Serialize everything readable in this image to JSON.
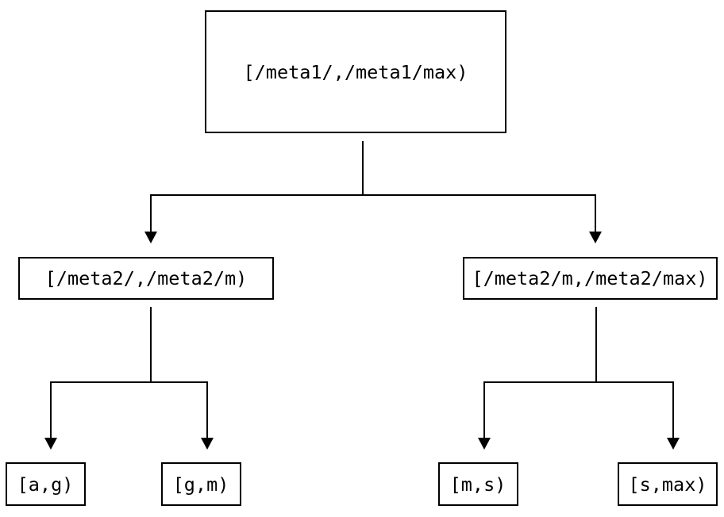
{
  "diagram": {
    "type": "binary-range-tree",
    "background_color": "#ffffff",
    "line_color": "#000000",
    "text_color": "#000000",
    "nodes": {
      "root": {
        "label": "[/meta1/,/meta1/max)"
      },
      "meta2_low": {
        "label": "[/meta2/,/meta2/m)"
      },
      "meta2_high": {
        "label": "[/meta2/m,/meta2/max)"
      },
      "leaf_ag": {
        "label": "[a,g)"
      },
      "leaf_gm": {
        "label": "[g,m)"
      },
      "leaf_ms": {
        "label": "[m,s)"
      },
      "leaf_smax": {
        "label": "[s,max)"
      }
    },
    "edges": [
      {
        "from": "root",
        "to": "meta2_low"
      },
      {
        "from": "root",
        "to": "meta2_high"
      },
      {
        "from": "meta2_low",
        "to": "leaf_ag"
      },
      {
        "from": "meta2_low",
        "to": "leaf_gm"
      },
      {
        "from": "meta2_high",
        "to": "leaf_ms"
      },
      {
        "from": "meta2_high",
        "to": "leaf_smax"
      }
    ]
  }
}
